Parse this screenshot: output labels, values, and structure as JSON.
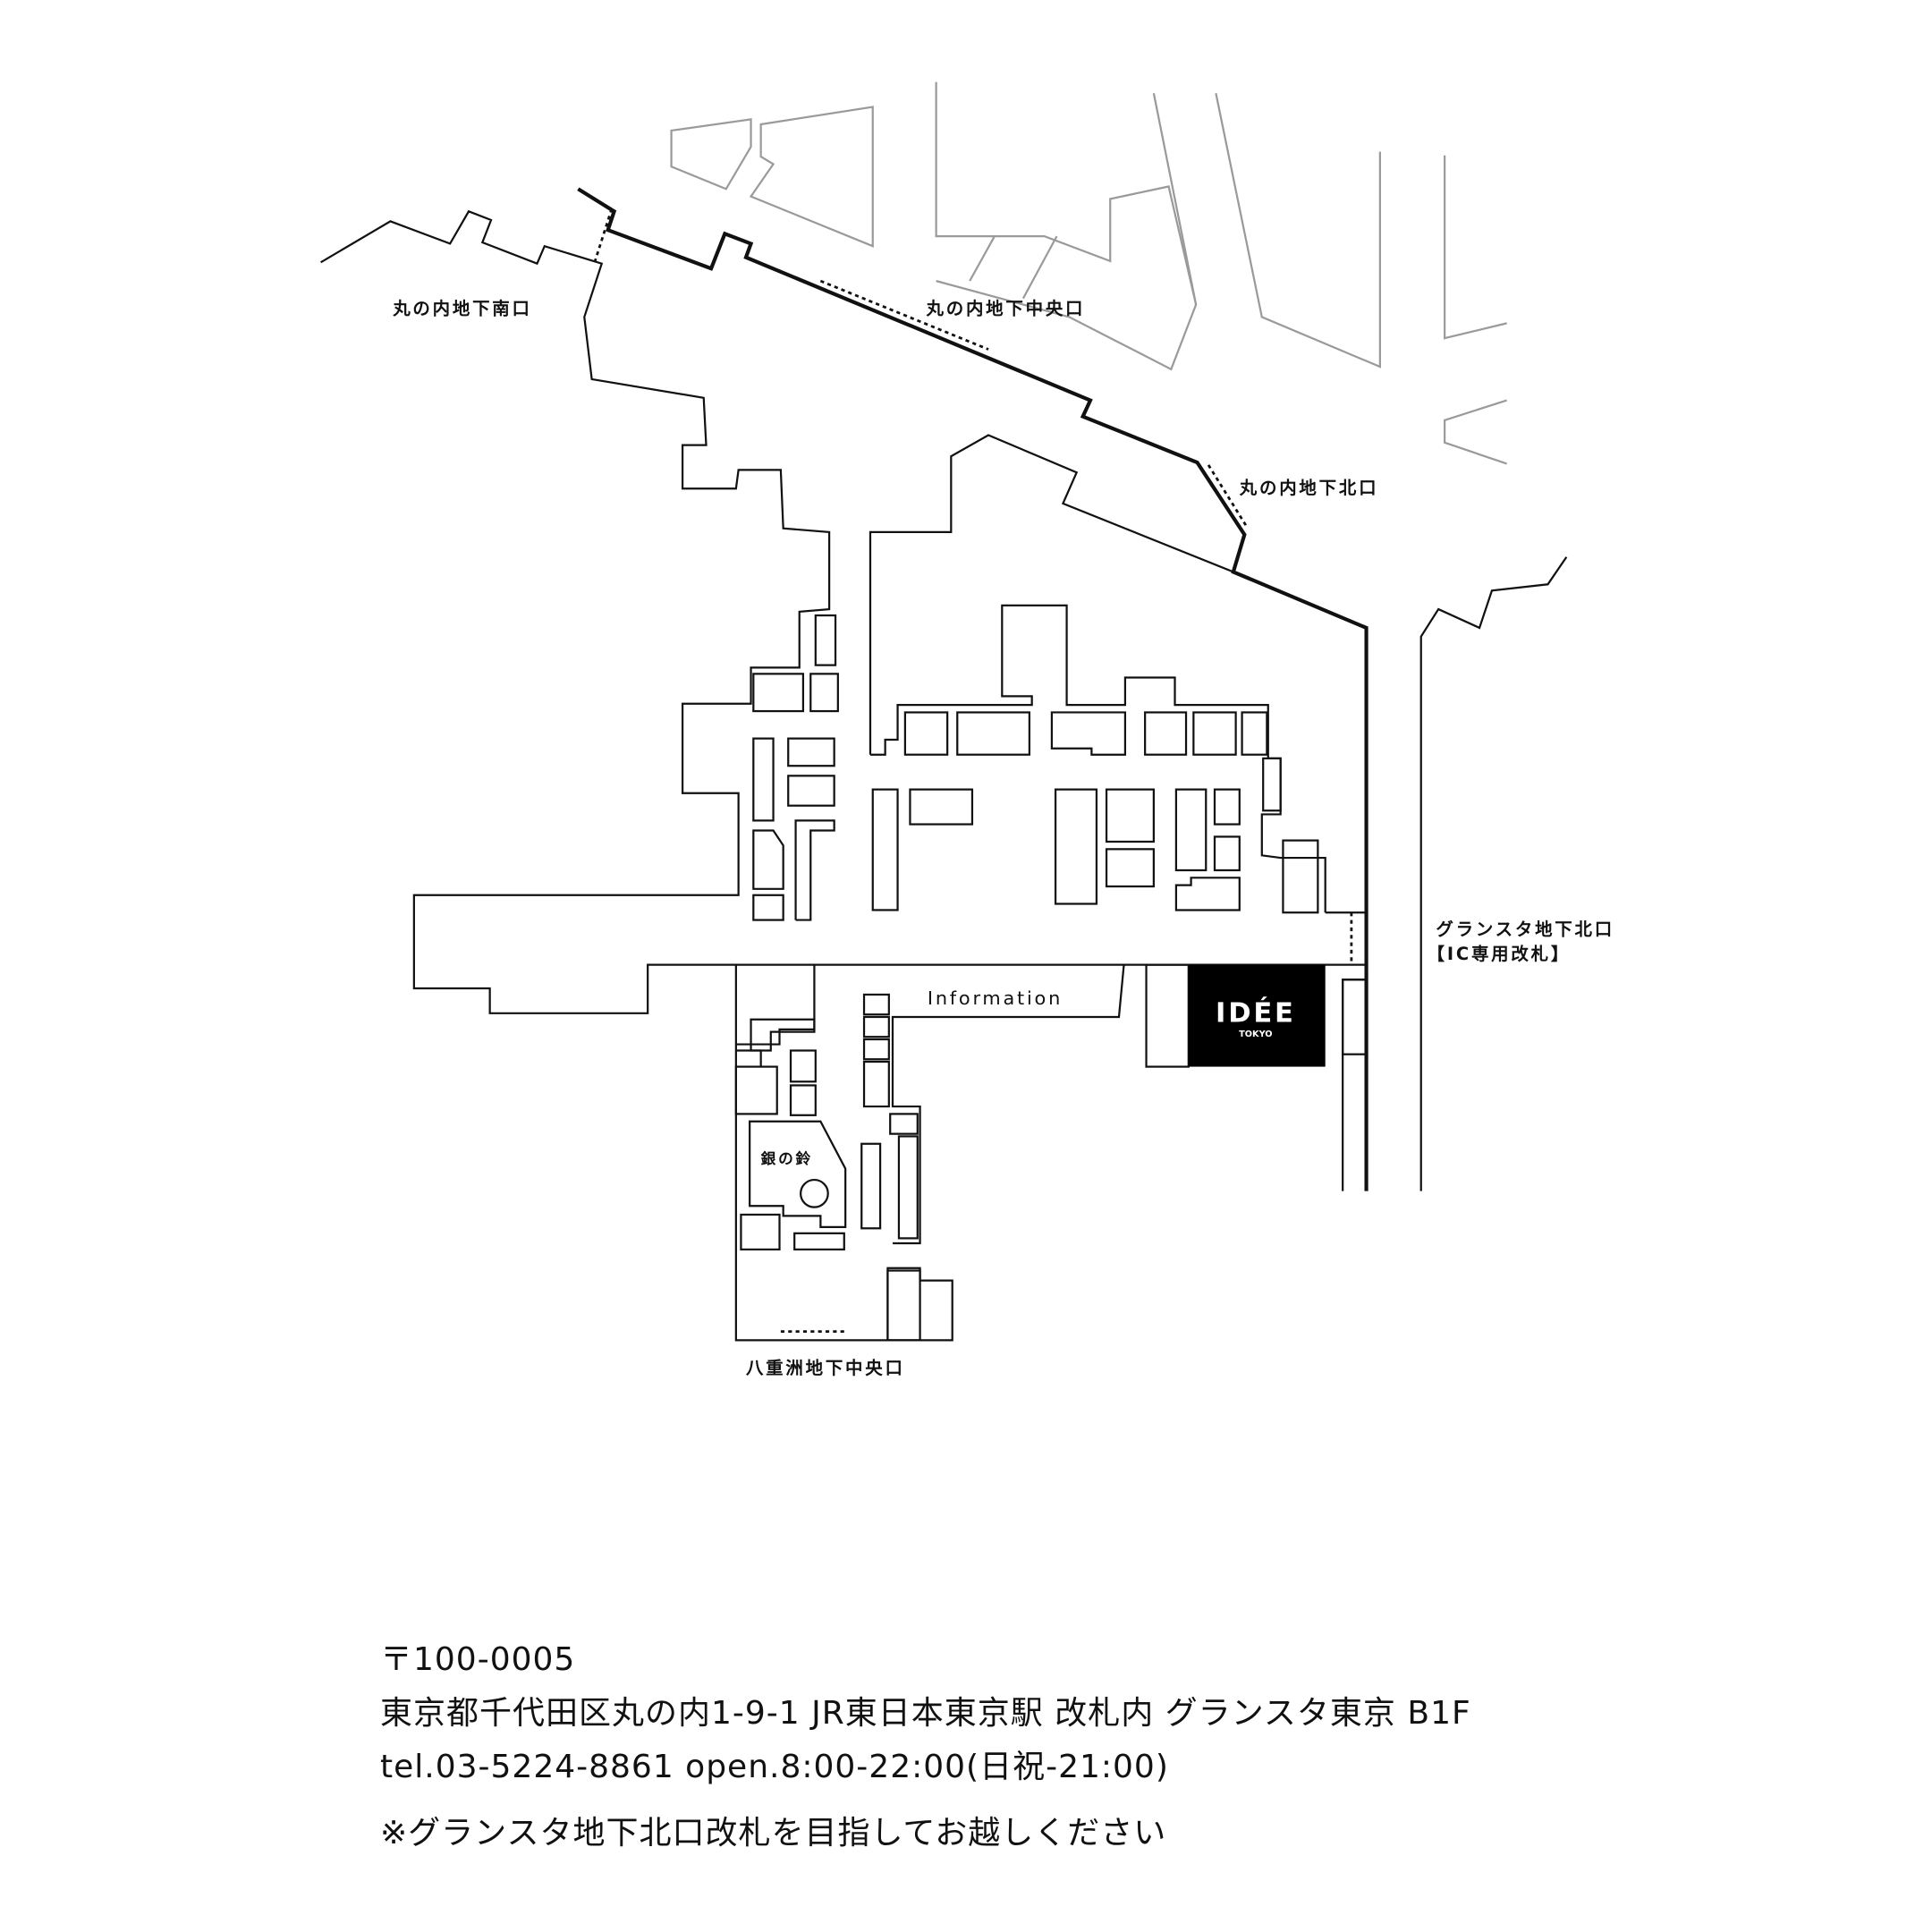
{
  "map": {
    "labels": {
      "marunouchi_south": "丸の内地下南口",
      "marunouchi_central": "丸の内地下中央口",
      "marunouchi_north": "丸の内地下北口",
      "gransta_north": "グランスタ地下北口",
      "gransta_north_sub": "【IC専用改札】",
      "information": "Information",
      "gin_no_suzu": "銀の鈴",
      "yaesu_central": "八重洲地下中央口"
    },
    "store": {
      "logo": "IDÉE",
      "logo_sub": "TOKYO"
    }
  },
  "address": {
    "postal": "〒100-0005",
    "line1": "東京都千代田区丸の内1-9-1 JR東日本東京駅 改札内 グランスタ東京 B1F",
    "line2": "tel.03-5224-8861 open.8:00-22:00(日祝-21:00)",
    "note": "※グランスタ地下北口改札を目指してお越しください"
  }
}
